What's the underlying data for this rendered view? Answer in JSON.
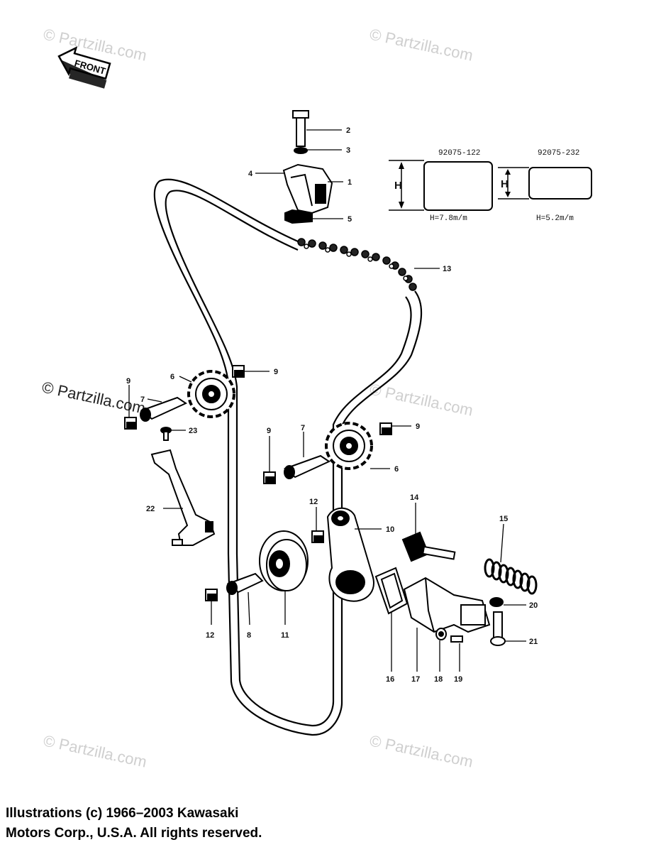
{
  "front_arrow": {
    "label": "FRONT"
  },
  "watermarks": [
    "© Partzilla.com",
    "© Partzilla.com",
    "© Partzilla.com",
    "© Partzilla.com",
    "© Partzilla.com",
    "© Partzilla.com"
  ],
  "size_boxes": [
    {
      "part_no": "92075-122",
      "dim_label": "H",
      "height_text": "H=7.8m/m"
    },
    {
      "part_no": "92075-232",
      "dim_label": "H",
      "height_text": "H=5.2m/m"
    }
  ],
  "callouts": [
    {
      "id": "c1",
      "text": "1"
    },
    {
      "id": "c2",
      "text": "2"
    },
    {
      "id": "c3",
      "text": "3"
    },
    {
      "id": "c4",
      "text": "4"
    },
    {
      "id": "c5",
      "text": "5"
    },
    {
      "id": "c13",
      "text": "13"
    },
    {
      "id": "c6a",
      "text": "6"
    },
    {
      "id": "c9a",
      "text": "9"
    },
    {
      "id": "c9b",
      "text": "9"
    },
    {
      "id": "c7a",
      "text": "7"
    },
    {
      "id": "c23",
      "text": "23"
    },
    {
      "id": "c9c",
      "text": "9"
    },
    {
      "id": "c7b",
      "text": "7"
    },
    {
      "id": "c9d",
      "text": "9"
    },
    {
      "id": "c6b",
      "text": "6"
    },
    {
      "id": "c22",
      "text": "22"
    },
    {
      "id": "c12a",
      "text": "12"
    },
    {
      "id": "c10",
      "text": "10"
    },
    {
      "id": "c14",
      "text": "14"
    },
    {
      "id": "c15",
      "text": "15"
    },
    {
      "id": "c12b",
      "text": "12"
    },
    {
      "id": "c8",
      "text": "8"
    },
    {
      "id": "c11",
      "text": "11"
    },
    {
      "id": "c20",
      "text": "20"
    },
    {
      "id": "c21",
      "text": "21"
    },
    {
      "id": "c16",
      "text": "16"
    },
    {
      "id": "c17",
      "text": "17"
    },
    {
      "id": "c18",
      "text": "18"
    },
    {
      "id": "c19",
      "text": "19"
    }
  ],
  "footer": {
    "line1": "Illustrations (c) 1966–2003 Kawasaki",
    "line2": "Motors Corp., U.S.A.  All rights reserved."
  }
}
